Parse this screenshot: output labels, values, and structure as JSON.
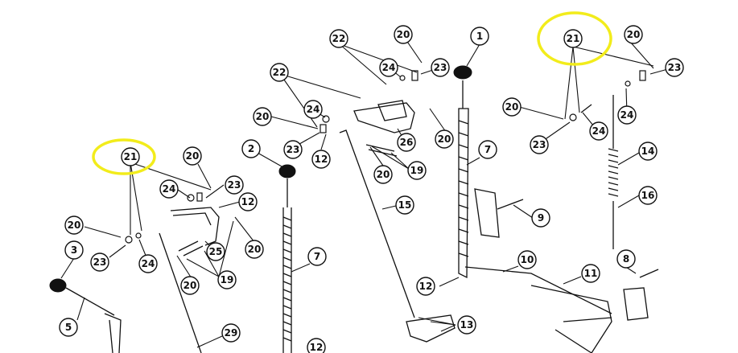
{
  "callouts": {
    "c1": "1",
    "c2": "2",
    "c3": "3",
    "c5": "5",
    "c7a": "7",
    "c7b": "7",
    "c8": "8",
    "c9": "9",
    "c10": "10",
    "c11": "11",
    "c12a": "12",
    "c12b": "12",
    "c12c": "12",
    "c12d": "12",
    "c13": "13",
    "c14": "14",
    "c15": "15",
    "c16": "16",
    "c19a": "19",
    "c19b": "19",
    "c20a": "20",
    "c20b": "20",
    "c20c": "20",
    "c20d": "20",
    "c20e": "20",
    "c20f": "20",
    "c20g": "20",
    "c20h": "20",
    "c20i": "20",
    "c20j": "20",
    "c21a": "21",
    "c21b": "21",
    "c22a": "22",
    "c22b": "22",
    "c23a": "23",
    "c23b": "23",
    "c23c": "23",
    "c23d": "23",
    "c23e": "23",
    "c23f": "23",
    "c24a": "24",
    "c24b": "24",
    "c24c": "24",
    "c24d": "24",
    "c24e": "24",
    "c24f": "24",
    "c25": "25",
    "c26": "26",
    "c29": "29"
  },
  "colors": {
    "highlight": "#f2ec1b",
    "ink": "#111111"
  }
}
